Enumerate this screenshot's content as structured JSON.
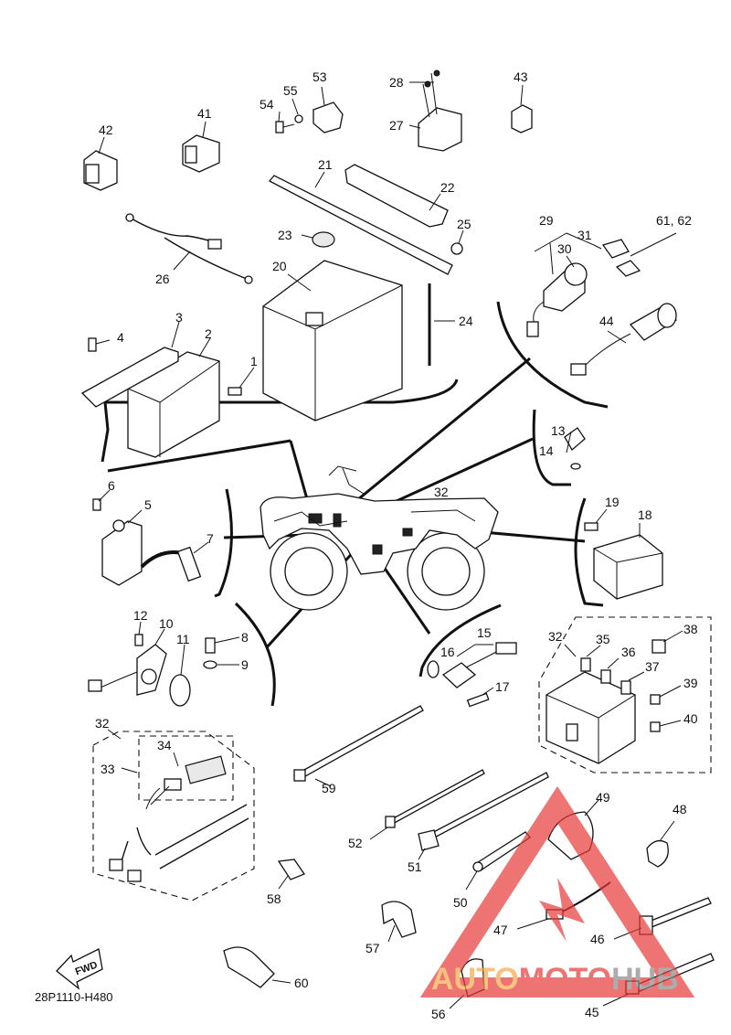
{
  "diagram": {
    "code": "28P1110-H480",
    "direction_label": "FWD",
    "watermark": {
      "parts": [
        "AUTO",
        "MOTO",
        "HUB"
      ],
      "color_red": "#e83a3a",
      "color_orange": "#f3a948",
      "color_gray": "#8a8a8a"
    },
    "callouts": {
      "c1": "1",
      "c2": "2",
      "c3": "3",
      "c4": "4",
      "c5": "5",
      "c6": "6",
      "c7": "7",
      "c8": "8",
      "c9": "9",
      "c10": "10",
      "c11": "11",
      "c12": "12",
      "c13": "13",
      "c14": "14",
      "c15": "15",
      "c16": "16",
      "c17": "17",
      "c18": "18",
      "c19": "19",
      "c20": "20",
      "c21": "21",
      "c22": "22",
      "c23": "23",
      "c24": "24",
      "c25": "25",
      "c26": "26",
      "c27": "27",
      "c28": "28",
      "c29": "29",
      "c30": "30",
      "c31": "31",
      "c32a": "32",
      "c32b": "32",
      "c32c": "32",
      "c33": "33",
      "c34": "34",
      "c35": "35",
      "c36": "36",
      "c37": "37",
      "c38": "38",
      "c39": "39",
      "c40": "40",
      "c41": "41",
      "c42": "42",
      "c43": "43",
      "c44": "44",
      "c45": "45",
      "c46": "46",
      "c47": "47",
      "c48": "48",
      "c49": "49",
      "c50": "50",
      "c51": "51",
      "c52": "52",
      "c53": "53",
      "c54": "54",
      "c55": "55",
      "c56": "56",
      "c57": "57",
      "c58": "58",
      "c59": "59",
      "c60": "60",
      "c6162": "61, 62"
    }
  }
}
